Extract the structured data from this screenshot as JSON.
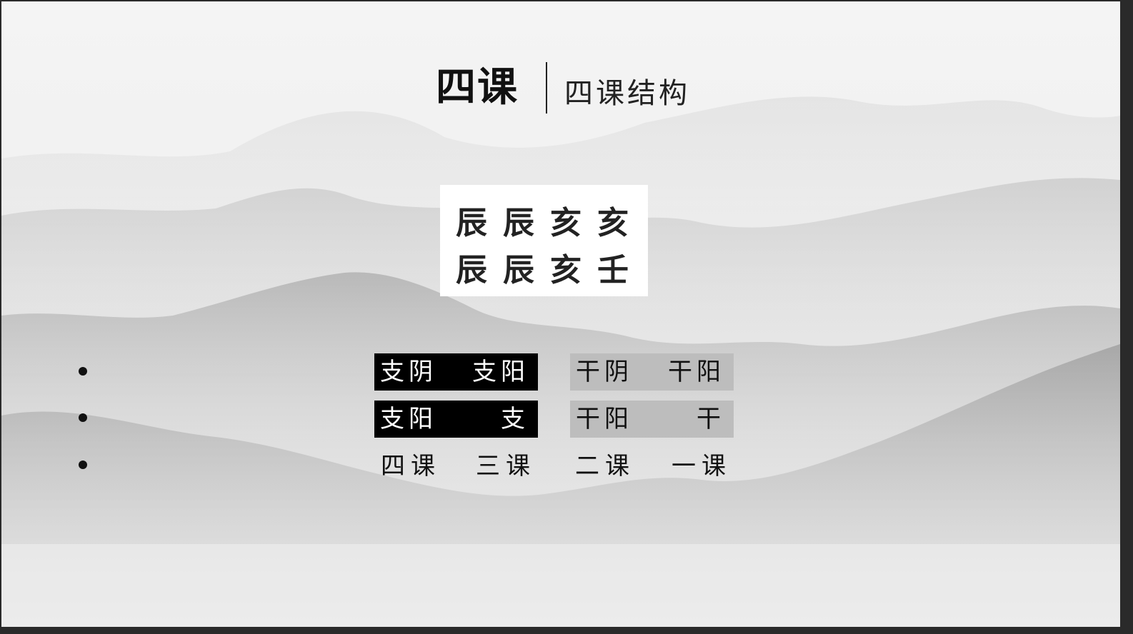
{
  "title": {
    "main": "四课",
    "sub": "四课结构"
  },
  "chart": {
    "row1": [
      "辰",
      "辰",
      "亥",
      "亥"
    ],
    "row2": [
      "辰",
      "辰",
      "亥",
      "壬"
    ]
  },
  "structure": {
    "row1": {
      "left": {
        "a": "支阴",
        "b": "支阳"
      },
      "right": {
        "a": "干阴",
        "b": "干阳"
      }
    },
    "row2": {
      "left": {
        "a": "支阳",
        "b": "支"
      },
      "right": {
        "a": "干阳",
        "b": "干"
      }
    },
    "labels": [
      "四课",
      "三课",
      "二课",
      "一课"
    ]
  },
  "colors": {
    "black_cell": "#000000",
    "gray_cell": "#bdbdbd"
  }
}
